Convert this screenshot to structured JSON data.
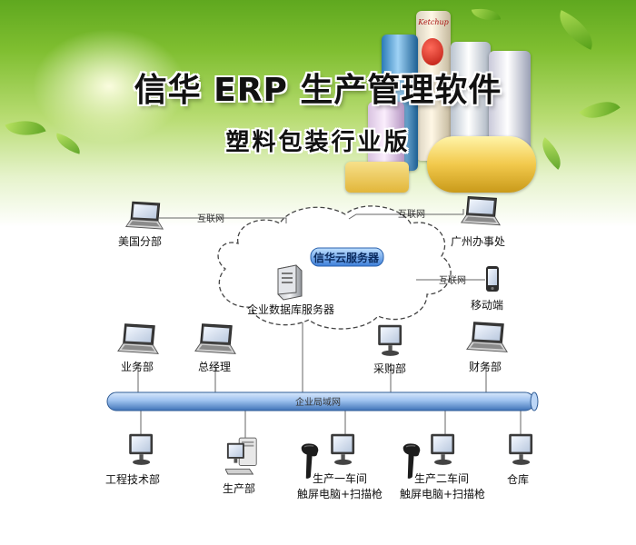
{
  "header": {
    "title": "信华 ERP 生产管理软件",
    "subtitle": "塑料包装行业版",
    "pack_label": "Ketchup"
  },
  "network": {
    "cloud": {
      "cloud_service": "信华云服务器",
      "db_server": "企业数据库服务器"
    },
    "link_labels": {
      "us": "互联网",
      "guangzhou": "互联网",
      "mobile": "互联网",
      "lan": "企业局域网"
    },
    "remote_nodes": {
      "us_branch": "美国分部",
      "guangzhou_office": "广州办事处",
      "mobile": "移动端"
    },
    "top_row": {
      "business": "业务部",
      "gm": "总经理",
      "purchasing": "采购部",
      "finance": "财务部"
    },
    "bottom_row": {
      "engineering": "工程技术部",
      "production": "生产部",
      "workshop1_line1": "生产一车间",
      "workshop1_line2": "触屏电脑+扫描枪",
      "workshop2_line1": "生产二车间",
      "workshop2_line2": "触屏电脑+扫描枪",
      "warehouse": "仓库"
    }
  },
  "colors": {
    "lan_pipe": "#7ea6d8",
    "cloud_badge": "#3d7fd9",
    "banner_green": "#6fb426"
  },
  "icons": [
    "laptop-icon",
    "monitor-icon",
    "desktop-pc-icon",
    "server-icon",
    "barcode-scanner-icon",
    "mobile-phone-icon",
    "cloud-icon"
  ]
}
